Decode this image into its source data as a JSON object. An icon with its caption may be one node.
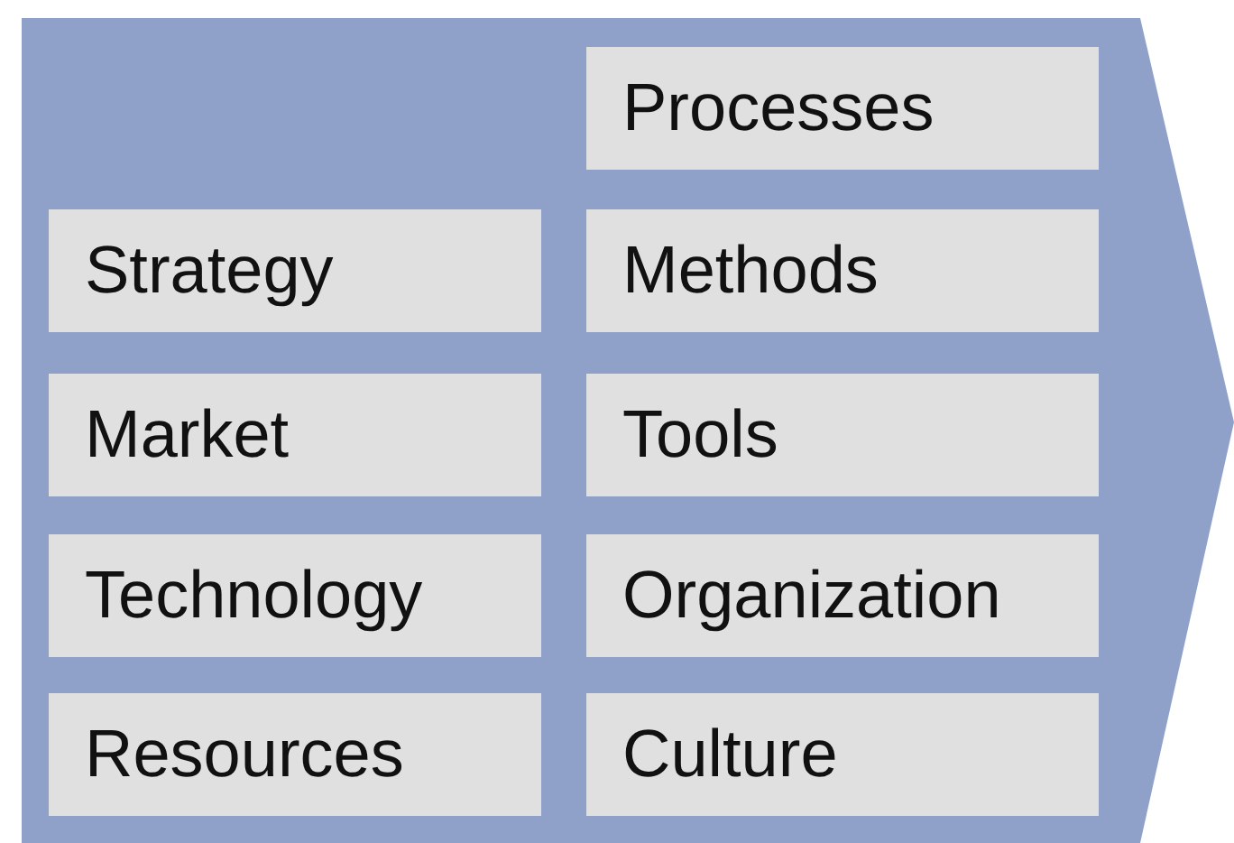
{
  "diagram": {
    "nodes": [
      {
        "text": [],
        "shape": "chevron"
      },
      {
        "text": [
          "Processes"
        ],
        "in": 0
      },
      {
        "text": [
          "Strategy"
        ],
        "in": 0
      },
      {
        "text": [
          "Methods"
        ],
        "in": 0
      },
      {
        "text": [
          "Market"
        ],
        "in": 0
      },
      {
        "text": [
          "Tools"
        ],
        "in": 0
      },
      {
        "text": [
          "Technology"
        ],
        "in": 0
      },
      {
        "text": [
          "Organization"
        ],
        "in": 0
      },
      {
        "text": [
          "Resources"
        ],
        "in": 0
      },
      {
        "text": [
          "Culture"
        ],
        "in": 0
      }
    ]
  }
}
